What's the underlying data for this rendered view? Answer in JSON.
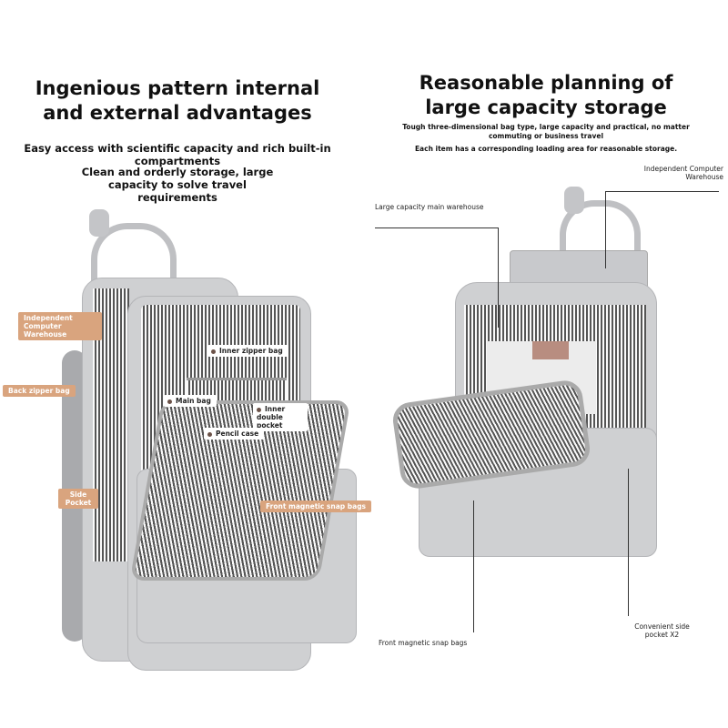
{
  "left": {
    "title": "Ingenious pattern internal and external advantages",
    "subtitle1": "Easy access with scientific capacity and rich built-in compartments",
    "subtitle2": "Clean and orderly storage, large capacity to solve travel requirements",
    "labels": {
      "computer": "Independent Computer Warehouse",
      "back_zipper": "Back zipper bag",
      "side_pocket": "Side Pocket",
      "inner_zipper": "Inner zipper bag",
      "main_bag": "Main bag",
      "inner_double": "Inner double pocket",
      "pencil_case": "Pencil case",
      "front_magnetic": "Front magnetic snap bags"
    }
  },
  "right": {
    "title": "Reasonable planning of large capacity storage",
    "subtitle1": "Tough three-dimensional bag type, large capacity and practical, no matter commuting or business travel",
    "subtitle2": "Each item has a corresponding loading area for reasonable storage.",
    "labels": {
      "computer": "Independent Computer Warehouse",
      "main_warehouse": "Large capacity main warehouse",
      "front_magnetic": "Front magnetic snap bags",
      "side_pocket": "Convenient side pocket X2"
    }
  },
  "colors": {
    "bag": "#cfd0d2",
    "tag": "#d9a47e"
  }
}
